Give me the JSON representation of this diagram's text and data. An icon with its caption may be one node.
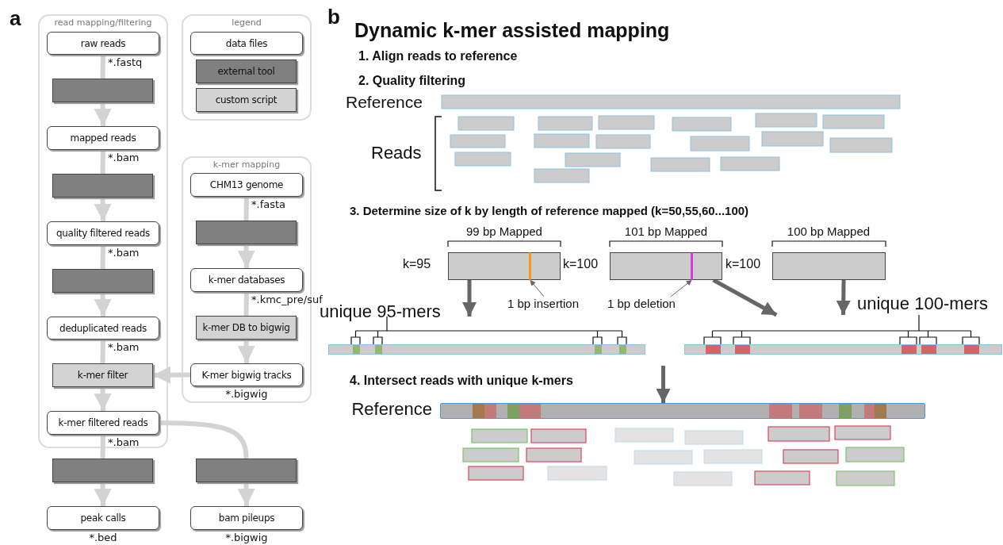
{
  "diagram": {
    "title": "Dynamic k-mer assisted mapping",
    "nodes": [
      {
        "text": [
          "read mapping/filtering"
        ]
      },
      {
        "text": [
          "raw reads"
        ],
        "beside": [
          "*.fastq"
        ],
        "in": 0
      },
      {
        "text": [],
        "shape": "box",
        "in": 0
      },
      {
        "text": [
          "mapped reads"
        ],
        "beside": [
          "*.bam"
        ],
        "in": 0
      },
      {
        "text": [],
        "shape": "box",
        "in": 0
      },
      {
        "text": [
          "quality filtered reads"
        ],
        "beside": [
          "*.bam"
        ],
        "in": 0
      },
      {
        "text": [],
        "shape": "box",
        "in": 0
      },
      {
        "text": [
          "deduplicated reads"
        ],
        "beside": [
          "*.bam"
        ],
        "in": 0
      },
      {
        "text": [
          "k-mer filter"
        ],
        "in": 0
      },
      {
        "text": [
          "k-mer filtered reads"
        ],
        "beside": [
          "*.bam"
        ],
        "in": 0
      },
      {
        "text": [
          "legend"
        ]
      },
      {
        "text": [
          "data files"
        ],
        "in": 10
      },
      {
        "text": [
          "external tool"
        ],
        "in": 10
      },
      {
        "text": [
          "custom script"
        ],
        "in": 10
      },
      {
        "text": [
          "k-mer mapping"
        ]
      },
      {
        "text": [
          "CHM13 genome"
        ],
        "beside": [
          "*.fasta"
        ],
        "in": 14
      },
      {
        "text": [],
        "shape": "box",
        "in": 14
      },
      {
        "text": [
          "k-mer databases"
        ],
        "beside": [
          "*.kmc_pre/suf"
        ],
        "in": 14
      },
      {
        "text": [
          "k-mer DB to bigwig"
        ],
        "in": 14
      },
      {
        "text": [
          "K-mer bigwig tracks"
        ],
        "beside": [
          "*.bigwig"
        ],
        "in": 14
      },
      {
        "text": [],
        "shape": "box"
      },
      {
        "text": [],
        "shape": "box"
      },
      {
        "text": [
          "peak calls"
        ],
        "beside": [
          "*.bed"
        ]
      },
      {
        "text": [
          "bam pileups"
        ],
        "beside": [
          "*.bigwig"
        ]
      },
      {
        "text": [],
        "shape": "box",
        "beside": [
          "99 bp Mapped"
        ]
      },
      {
        "text": [],
        "shape": "bar",
        "in": 24
      },
      {
        "text": [],
        "shape": "box",
        "beside": [
          "101 bp Mapped"
        ]
      },
      {
        "text": [],
        "shape": "bar",
        "in": 26
      },
      {
        "text": [],
        "shape": "box",
        "beside": [
          "100 bp Mapped"
        ]
      },
      {
        "text": [
          "1 bp insertion"
        ]
      },
      {
        "text": [
          "1 bp deletion"
        ]
      },
      {
        "text": [],
        "shape": "bar",
        "beside": [
          "unique 95-mers"
        ]
      },
      {
        "text": [],
        "shape": "bar",
        "beside": [
          "unique 100-mers"
        ]
      },
      {
        "text": [],
        "shape": "bar",
        "beside": [
          "Reference"
        ]
      }
    ],
    "edges": [
      {
        "from": 1,
        "to": 2,
        "arrow": "none"
      },
      {
        "from": 2,
        "to": 3,
        "arrow": "to"
      },
      {
        "from": 3,
        "to": 4,
        "arrow": "none"
      },
      {
        "from": 4,
        "to": 5,
        "arrow": "to"
      },
      {
        "from": 5,
        "to": 6,
        "arrow": "none"
      },
      {
        "from": 6,
        "to": 7,
        "arrow": "to"
      },
      {
        "from": 7,
        "to": 8,
        "arrow": "none"
      },
      {
        "from": 8,
        "to": 9,
        "arrow": "to"
      },
      {
        "from": 19,
        "to": 8,
        "arrow": "to"
      },
      {
        "from": 9,
        "to": 20,
        "arrow": "none"
      },
      {
        "from": 20,
        "to": 22,
        "arrow": "to"
      },
      {
        "from": 9,
        "to": 21,
        "arrow": "none"
      },
      {
        "from": 21,
        "to": 23,
        "arrow": "to"
      },
      {
        "from": 15,
        "to": 16,
        "arrow": "none"
      },
      {
        "from": 16,
        "to": 17,
        "arrow": "to"
      },
      {
        "from": 17,
        "to": 18,
        "arrow": "none"
      },
      {
        "from": 18,
        "to": 19,
        "arrow": "to"
      },
      {
        "from": 29,
        "to": 25,
        "arrow": "to",
        "color": "#666666"
      },
      {
        "from": 30,
        "to": 27,
        "arrow": "to",
        "color": "#666666"
      },
      {
        "from": 24,
        "to": 31,
        "arrow": "to",
        "color": "#666666"
      },
      {
        "from": 26,
        "to": 32,
        "arrow": "to",
        "color": "#666666"
      },
      {
        "from": 28,
        "to": 32,
        "arrow": "to",
        "color": "#666666"
      },
      {
        "from": null,
        "to": 33,
        "arrow": "to",
        "color": "#666666"
      }
    ],
    "labels": [
      "a",
      "b",
      "1. Align reads to reference",
      "2. Quality filtering",
      "Reference",
      "Reads",
      "3. Determine size of k by length of reference mapped (k=50,55,60...100)",
      "k=95",
      "k=100",
      "k=100",
      "4. Intersect reads with unique k-mers"
    ]
  }
}
